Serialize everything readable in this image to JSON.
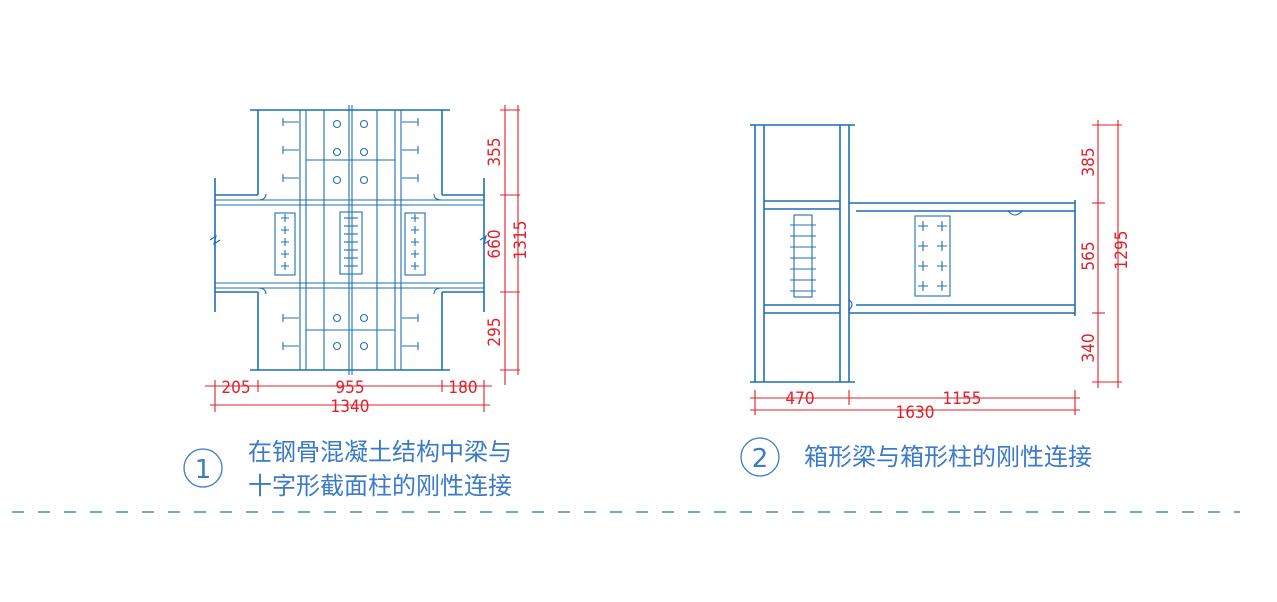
{
  "detail1": {
    "number": "1",
    "caption_line1": "在钢骨混凝土结构中梁与",
    "caption_line2": "十字形截面柱的刚性连接",
    "dims": {
      "top": "355",
      "middle": "660",
      "bottom": "295",
      "total_vertical": "1315",
      "left": "205",
      "center": "955",
      "right": "180",
      "total_horizontal": "1340"
    }
  },
  "detail2": {
    "number": "2",
    "caption": "箱形梁与箱形柱的刚性连接",
    "dims": {
      "top": "385",
      "middle": "565",
      "bottom": "340",
      "total_vertical": "1295",
      "left": "470",
      "right": "1155",
      "total_horizontal": "1630"
    }
  },
  "colors": {
    "structure": "#1f6fb4",
    "dimension": "#e0202a",
    "caption": "#3a7ac8",
    "divider": "#1f6fb4"
  }
}
